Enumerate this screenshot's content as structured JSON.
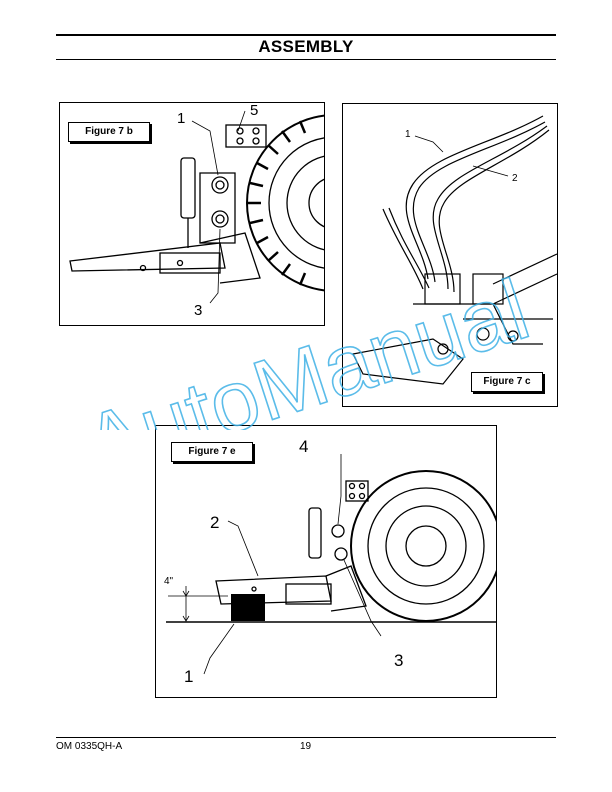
{
  "header": {
    "title": "ASSEMBLY"
  },
  "figures": {
    "fig7b": {
      "label": "Figure 7 b",
      "callouts": {
        "c1": "1",
        "c3": "3",
        "c5": "5"
      }
    },
    "fig7c": {
      "label": "Figure 7 c",
      "callouts": {
        "c1": "1",
        "c2": "2"
      }
    },
    "fig7e": {
      "label": "Figure 7 e",
      "callouts": {
        "c1": "1",
        "c2": "2",
        "c3": "3",
        "c4": "4"
      },
      "dimension": "4\""
    }
  },
  "watermark": {
    "text": "AutoManual",
    "color": "#3fb1e6"
  },
  "footer": {
    "doc_id": "OM 0335QH-A",
    "page_number": "19"
  }
}
